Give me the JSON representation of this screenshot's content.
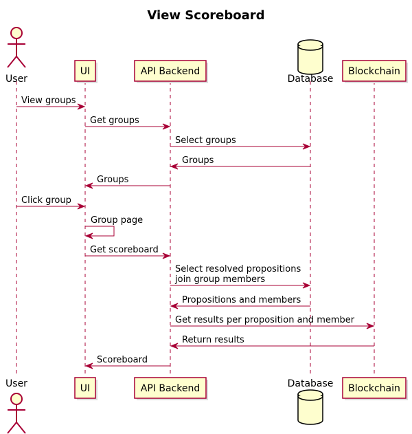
{
  "diagram": {
    "title": "View Scoreboard",
    "participants": [
      {
        "id": "user",
        "label": "User",
        "kind": "actor"
      },
      {
        "id": "ui",
        "label": "UI",
        "kind": "participant"
      },
      {
        "id": "api",
        "label": "API Backend",
        "kind": "participant"
      },
      {
        "id": "db",
        "label": "Database",
        "kind": "database"
      },
      {
        "id": "bc",
        "label": "Blockchain",
        "kind": "participant"
      }
    ],
    "messages": [
      {
        "from": "user",
        "to": "ui",
        "lines": [
          "View groups"
        ]
      },
      {
        "from": "ui",
        "to": "api",
        "lines": [
          "Get groups"
        ]
      },
      {
        "from": "api",
        "to": "db",
        "lines": [
          "Select groups"
        ]
      },
      {
        "from": "db",
        "to": "api",
        "lines": [
          "Groups"
        ]
      },
      {
        "from": "api",
        "to": "ui",
        "lines": [
          "Groups"
        ]
      },
      {
        "from": "user",
        "to": "ui",
        "lines": [
          "Click group"
        ]
      },
      {
        "from": "ui",
        "to": "ui",
        "lines": [
          "Group page"
        ]
      },
      {
        "from": "ui",
        "to": "api",
        "lines": [
          "Get scoreboard"
        ]
      },
      {
        "from": "api",
        "to": "db",
        "lines": [
          "Select resolved propositions",
          "join group members"
        ]
      },
      {
        "from": "db",
        "to": "api",
        "lines": [
          "Propositions and members"
        ]
      },
      {
        "from": "api",
        "to": "bc",
        "lines": [
          "Get results per proposition and member"
        ]
      },
      {
        "from": "bc",
        "to": "api",
        "lines": [
          "Return results"
        ]
      },
      {
        "from": "api",
        "to": "ui",
        "lines": [
          "Scoreboard"
        ]
      }
    ],
    "colors": {
      "border": "#A80036",
      "fill": "#FEFECE"
    }
  }
}
